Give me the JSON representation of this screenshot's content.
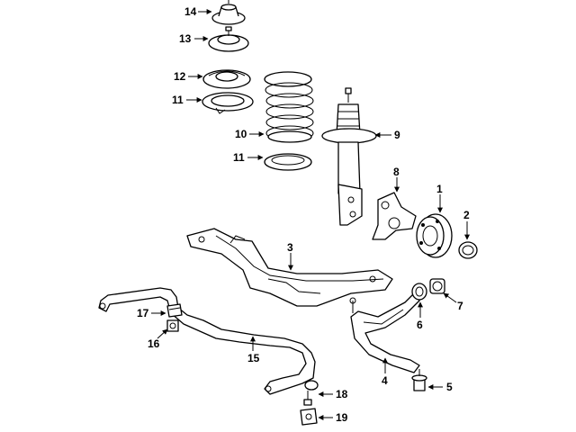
{
  "callouts": {
    "c1": "1",
    "c2": "2",
    "c3": "3",
    "c4": "4",
    "c5": "5",
    "c6": "6",
    "c7": "7",
    "c8": "8",
    "c9": "9",
    "c10": "10",
    "c11a": "11",
    "c11b": "11",
    "c12": "12",
    "c13": "13",
    "c14": "14",
    "c15": "15",
    "c16": "16",
    "c17": "17",
    "c18": "18",
    "c19": "19"
  }
}
